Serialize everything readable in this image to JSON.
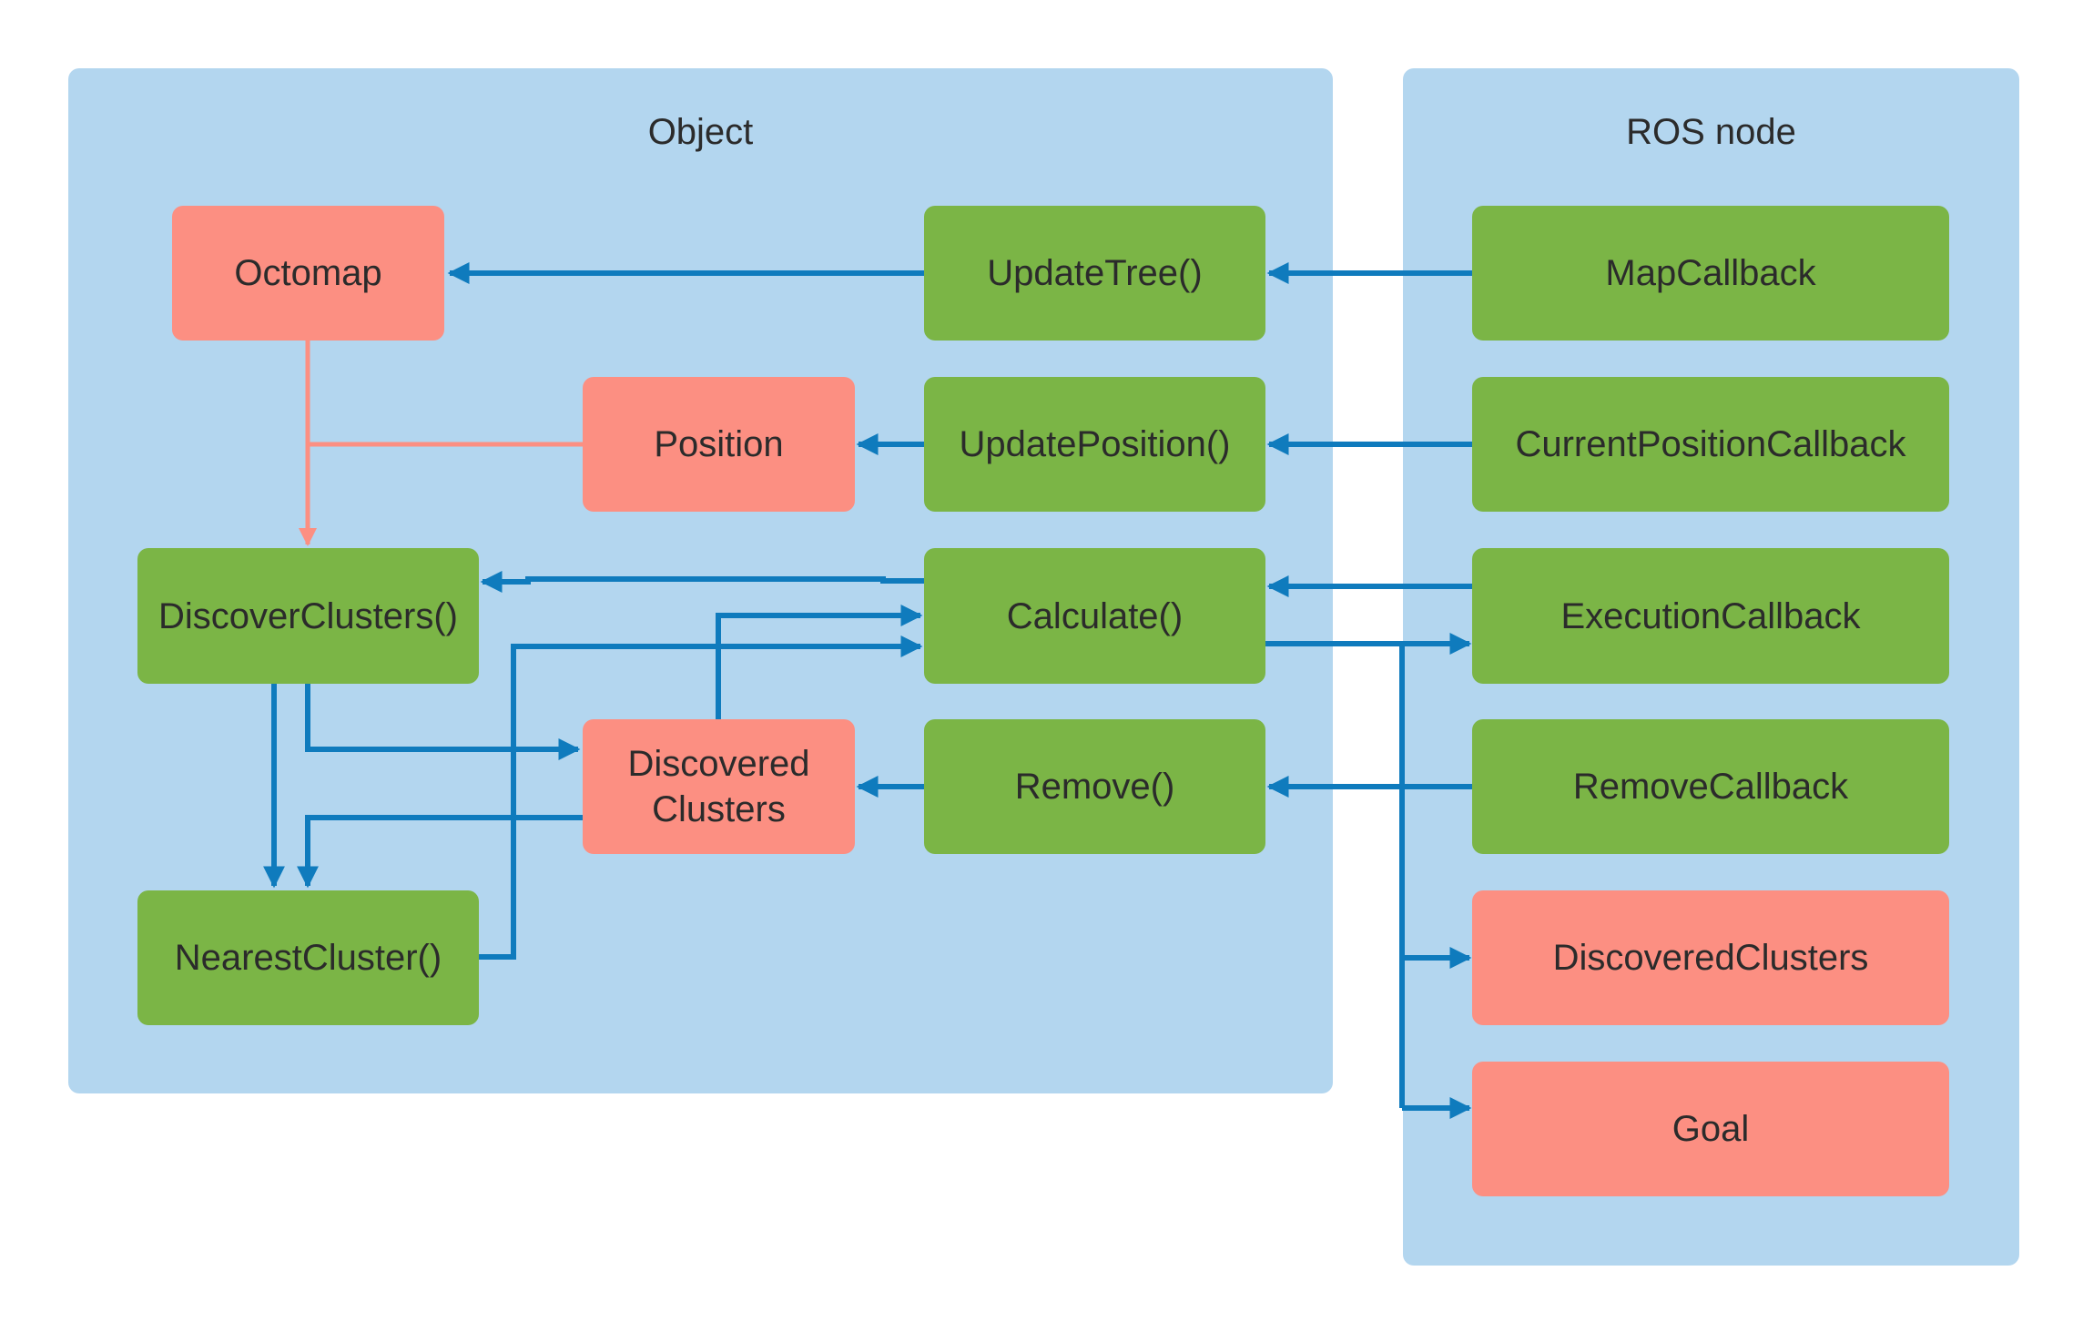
{
  "containers": {
    "object": {
      "title": "Object"
    },
    "ros_node": {
      "title": "ROS node"
    }
  },
  "nodes": {
    "octomap": "Octomap",
    "update_tree": "UpdateTree()",
    "map_callback": "MapCallback",
    "position": "Position",
    "update_position": "UpdatePosition()",
    "current_position_callback": "CurrentPositionCallback",
    "discover_clusters": "DiscoverClusters()",
    "calculate": "Calculate()",
    "execution_callback": "ExecutionCallback",
    "discovered_clusters_obj": "Discovered\nClusters",
    "remove": "Remove()",
    "remove_callback": "RemoveCallback",
    "nearest_cluster": "NearestCluster()",
    "discovered_clusters_ros": "DiscoveredClusters",
    "goal": "Goal"
  },
  "colors": {
    "container": "#b3d6ef",
    "function_node": "#7bb546",
    "data_node": "#fc8f82",
    "flow_arrow": "#0f7bbd",
    "data_arrow": "#fc8f82"
  }
}
